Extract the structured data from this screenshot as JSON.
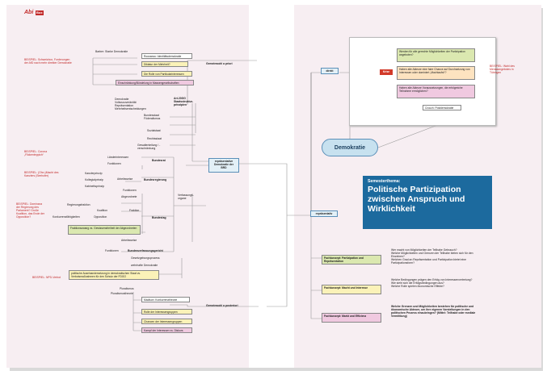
{
  "brand": {
    "logo_text": "Abi",
    "logo_suffix": "Box"
  },
  "center": {
    "demokratie": "Demokratie",
    "semester_label": "Semesterthema:",
    "title": "Politische Partizipation zwischen Anspruch und Wirklichkeit"
  },
  "left": {
    "top_group": {
      "note": "BEISPIEL: Schweizbox, Forderungen der AfD nach mehr direkter Demokratie",
      "barber": "Barber: Starke Demokratie",
      "rousseau": "Rousseau: Identitätsdemokratie",
      "diktatur": "Diktatur der Mehrheit?",
      "rolle": "Die Rolle von Partikularinteressen",
      "einsch": "Einschränkung/Bündelung in Massengesellschaften",
      "gem": "Gemeinwohl a priori"
    },
    "prinzipien": {
      "items": [
        "Demokratie",
        "Volkssouveränität",
        "Repräsentation",
        "Mehrheitsentscheidungen"
      ],
      "art": "Art.20GG Staatsstruktur-prinzipien",
      "bund": "Bundesstaat Föderalismus",
      "sozial": "Sozialstaat",
      "recht": "Rechtsstaat",
      "gewalt": "Gewaltenteilung / -verschränkung"
    },
    "bundesrat": {
      "laender": "Länderinteressen",
      "funktionen": "Funktionen",
      "label": "Bundesrat",
      "ex1": "BEISPIEL: Corona „Flickenteppich“"
    },
    "bundesregierung": {
      "kanzler": "Kanzlerprinzip",
      "kolleg": "Kollegialprinzip",
      "ressort": "Kabinettsprinzip",
      "arbeit": "Arbeitsweise",
      "label": "Bundesregierung",
      "ex2": "BEISPIEL: (Ohn-)Macht des Kanzlers (Seehofer)"
    },
    "bundestag": {
      "funktionen": "Funktionen",
      "abgeordnete": "Abgeordnete",
      "reg": "Regierungsfraktion",
      "koalition": "Koalition",
      "fraktion": "Fraktion",
      "opposition": "Opposition",
      "konkurrenz": "Konkurrenzfähigkeiten",
      "fraktionszwang": "Fraktionszwang vs. Gewissensfreiheit der Abgeordneten",
      "arbeitsweise": "Arbeitsweise",
      "label": "Bundestag",
      "ex3": "BEISPIEL: Dominanz der Regierung des Parlament? Große Koalition, das Ende der Opposition?"
    },
    "bverfg": {
      "funktionen": "Funktionen",
      "label": "Bundesverfassungsgericht",
      "gesetz": "Gesetzgebungsprozess",
      "wehrhaft": "wehrhafte Demokratie",
      "politisch": "politische Auseinandersetzung in demokratischen Staat vs. Verbotsmaßnahmen für den Schutz der FDGO",
      "ex4": "BEISPIEL: NPD-Verbot"
    },
    "verfassung": "Verfassungs-organe",
    "repr_box": "repräsentative Demokratie der BRD",
    "pluralismus": {
      "plural": "Pluralismus",
      "pluraltheorie": "Pluralismustheorie",
      "madison": "Madison: Konkurrenztheorie",
      "rolle": "Rolle der Interessengruppen",
      "chancen": "Chancen der Interessengruppen",
      "kampf": "Kampf der Interessen vs. Diskurs",
      "gem": "Gemeinwohl a posteriori"
    }
  },
  "right": {
    "direkt": "direkt",
    "krise": "Krise",
    "krise_items": [
      "Werden für alle gerechte Möglichkeiten der Partizipation angeboten?",
      "Haben alle Akteure eine faire Chance auf Durchsetzung von Interessen oder dominiert „Machtaufst“?",
      "Haben alle Akteure Voraussetzungen, die erfolgreiche Teilnahme ermöglichen?"
    ],
    "crouch": "Crouch: Postdemokratie",
    "beispiel_right": "BEISPIEL: Wahl des Mensaangebotes in Tübingen",
    "repraesentativ": "repräsentativ",
    "fach1_label": "Fachkonzept: Partizipation und Repräsentation",
    "fach1_items": [
      "Wer macht von Möglichkeiten der Teilhabe Gebrauch?",
      "Welche Möglichkeiten und Grenzen der Teilhabe bieten sich für den Einzelnen?",
      "Welchen Grad an Repräsentation und Partizipation bietet eine Partizipationsform?"
    ],
    "fach2_label": "Fachkonzept: Macht und Interesse",
    "fach2_items": [
      "Welche Bedingungen prägen den Erfolg von Interessenvertretung?",
      "Wie sieht sich die Erfolgsbedingungen aus?",
      "Welche Rolle spielen ökonomische Effekte?"
    ],
    "fach3_label": "Fachkonzept: Markt und Effizienz",
    "fach3_text": "Welche Grenzen und Möglichkeiten bestehen für politische und ökonomische Akteure, um ihre eigenen Vorstellungen in den politischen Prozess einzubringen? (Mittel: Teilhabe oder mediale Vermittlung)"
  }
}
